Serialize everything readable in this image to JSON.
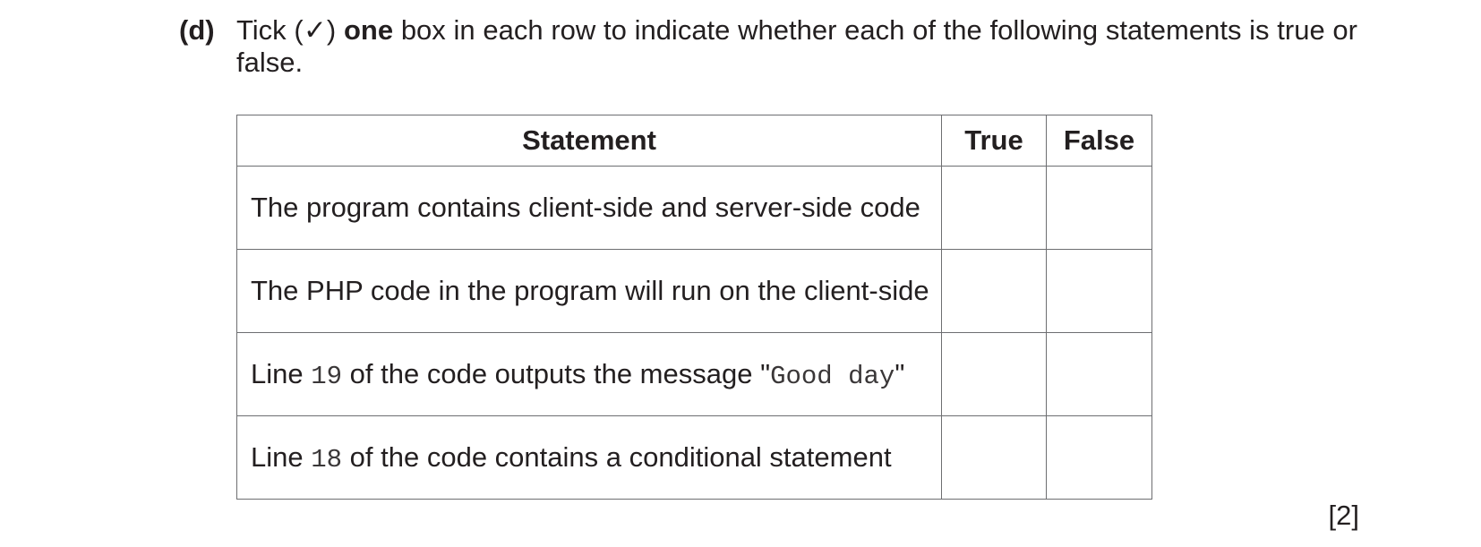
{
  "question": {
    "label": "(d)",
    "text_part1": "Tick (✓) ",
    "text_bold": "one",
    "text_part2": " box in each row to indicate whether each of the following statements is true or false."
  },
  "table": {
    "headers": {
      "statement": "Statement",
      "true": "True",
      "false": "False"
    },
    "rows": [
      {
        "pre": "The program contains client-side and server-side code",
        "code": "",
        "post": ""
      },
      {
        "pre": "The PHP code in the program will run on the client-side",
        "code": "",
        "post": ""
      },
      {
        "pre": "Line ",
        "code": "19",
        "post": " of the code outputs the message ",
        "quote_open": "\"",
        "code2": "Good day",
        "quote_close": "\""
      },
      {
        "pre": "Line ",
        "code": "18",
        "post": " of the code contains a conditional statement"
      }
    ]
  },
  "marks": "[2]"
}
